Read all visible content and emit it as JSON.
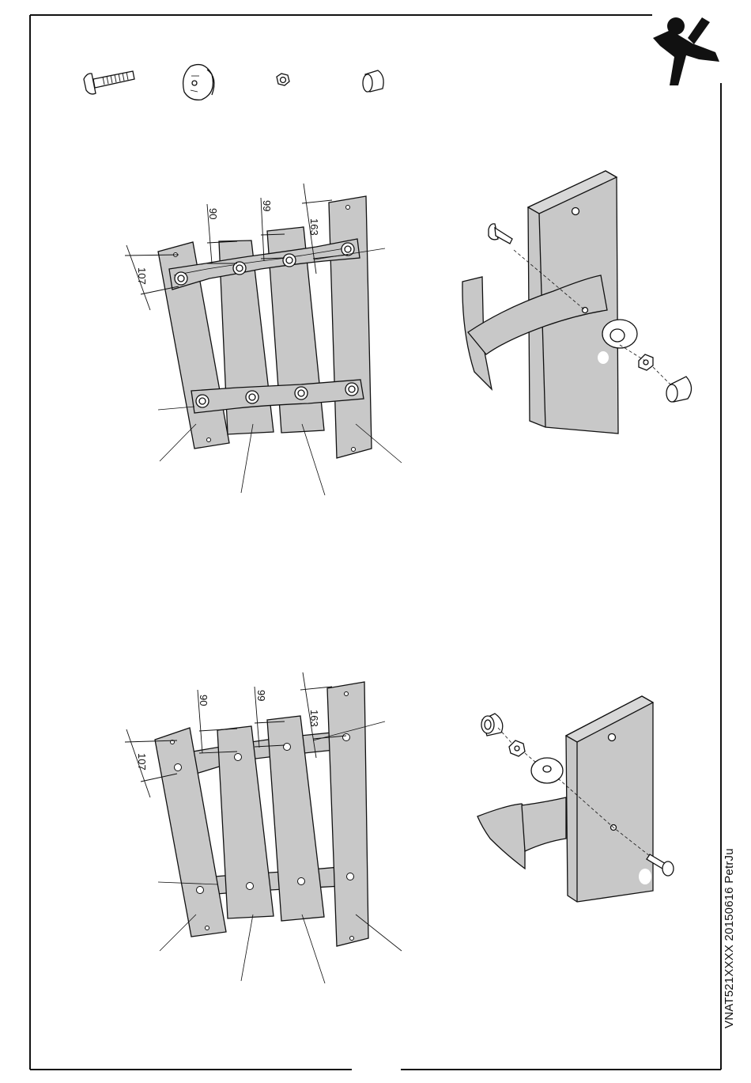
{
  "document": {
    "code": "VNAT521XXXX 20150616 PetrJu"
  },
  "step_top": {
    "dimensions": {
      "d1": "107",
      "d2": "90",
      "d3": "99",
      "d4": "163"
    }
  },
  "step_bottom": {
    "dimensions": {
      "d1": "107",
      "d2": "90",
      "d3": "99",
      "d4": "163"
    }
  },
  "icons": {
    "logo": "person-figure-logo",
    "parts": [
      "carriage-bolt-icon",
      "dome-washer-icon",
      "hex-nut-icon",
      "cap-nut-icon"
    ]
  },
  "colors": {
    "board": "#c8c8c8",
    "line": "#111111",
    "background": "#ffffff"
  }
}
